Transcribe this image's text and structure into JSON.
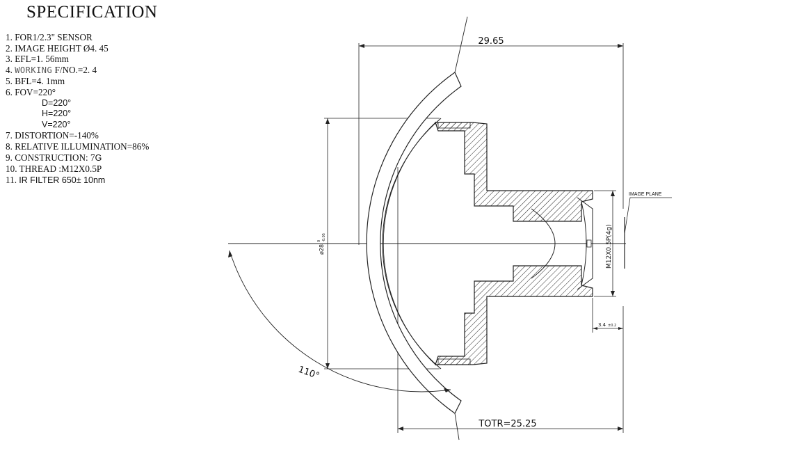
{
  "specification": {
    "title": "SPECIFICATION",
    "items": [
      {
        "num": "1.",
        "text": "FOR1/2.3\" SENSOR"
      },
      {
        "num": "2.",
        "text": "IMAGE HEIGHT   Ø4. 45"
      },
      {
        "num": "3.",
        "text": "EFL=1. 56mm"
      },
      {
        "num": "4.",
        "prefix": "WORKING",
        "text": " F/NO.=2. 4"
      },
      {
        "num": "5.",
        "text": "BFL=4. 1mm"
      },
      {
        "num": "6.",
        "text": "FOV=220°"
      },
      {
        "sub": "D=220°"
      },
      {
        "sub": "H=220°"
      },
      {
        "sub": "V=220°"
      },
      {
        "num": "7.",
        "text": "DISTORTION=-140%"
      },
      {
        "num": "8.",
        "text": "RELATIVE ILLUMINATION=86%"
      },
      {
        "num": "9.",
        "text": "CONSTRUCTION: 7",
        "suffix": "G"
      },
      {
        "num": "10.",
        "text": "THREAD :M12X0.5P"
      },
      {
        "num": "11.",
        "suffix": "IR FILTER 650± 10nm"
      }
    ]
  },
  "drawing": {
    "dim_overall_length": "29.65",
    "dim_totr": "TOTR=25.25",
    "dim_diameter": "ø28",
    "dim_diameter_tol_upper": "0",
    "dim_diameter_tol_lower": "-0.05",
    "dim_thread": "M12X0.5P(4g)",
    "dim_back": "3.4",
    "dim_back_tol": "±0.2",
    "angle_label": "110°",
    "image_plane_label": "IMAGE PLANE"
  }
}
